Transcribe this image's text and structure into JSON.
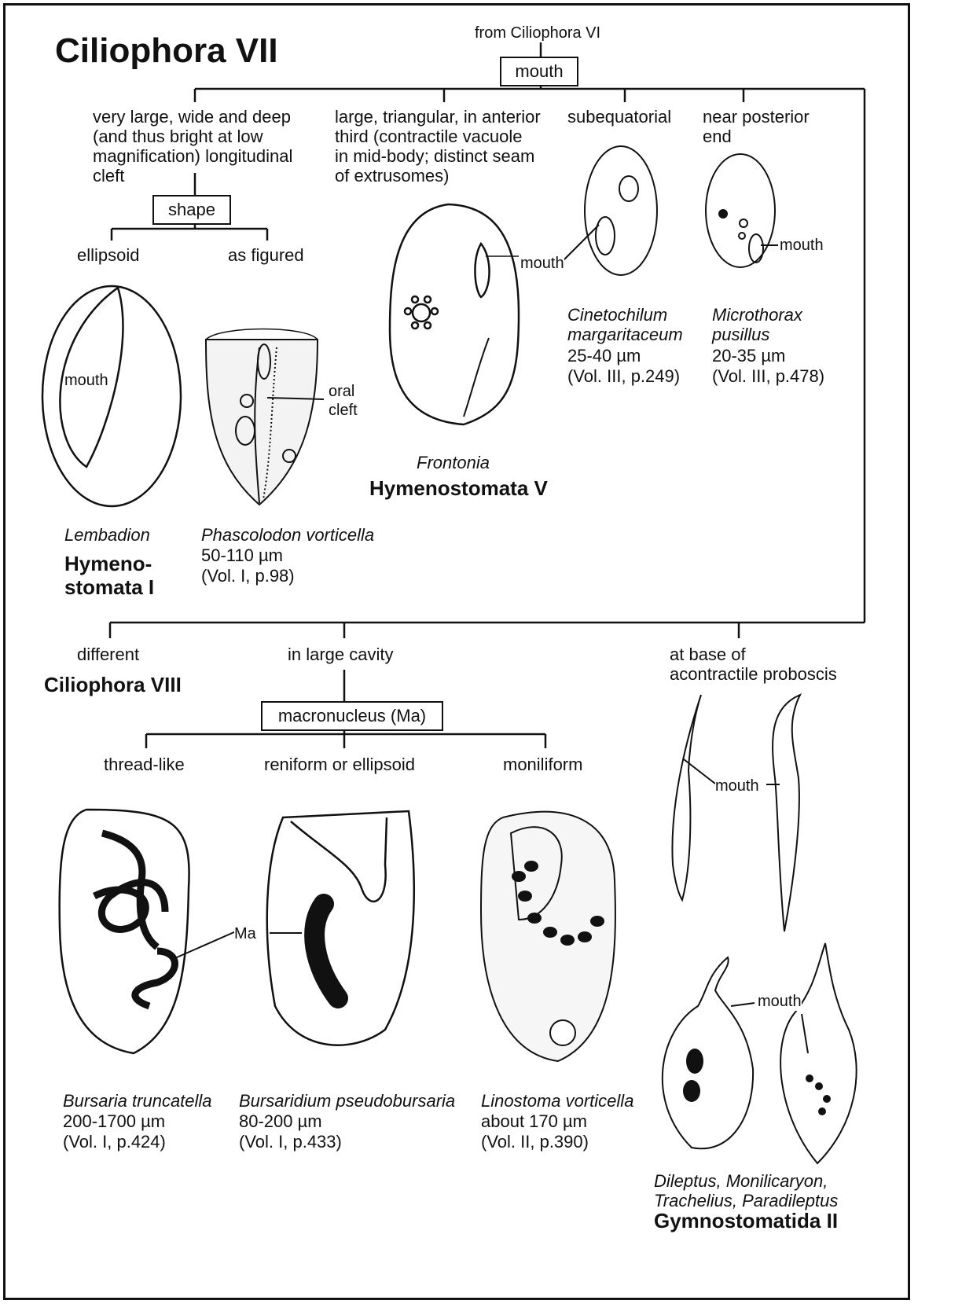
{
  "title": "Ciliophora VII",
  "from_label": "from Ciliophora VI",
  "top_key": {
    "box": "mouth",
    "branches": [
      {
        "text": "very large, wide and deep\n(and thus bright at low\nmagnification) longitudinal\ncleft"
      },
      {
        "text": "large, triangular, in anterior\nthird (contractile vacuole\nin mid-body; distinct seam\nof extrusomes)"
      },
      {
        "text": "subequatorial"
      },
      {
        "text": "near posterior\nend"
      }
    ]
  },
  "shape_key": {
    "box": "shape",
    "left": "ellipsoid",
    "right": "as figured"
  },
  "labels": {
    "mouth": "mouth",
    "oral_cleft": "oral\ncleft",
    "ma": "Ma"
  },
  "organisms": {
    "lembadion": {
      "name": "Lembadion",
      "group": "Hymeno-\nstomata I"
    },
    "phascolodon": {
      "name": "Phascolodon vorticella",
      "size": "50-110 µm",
      "ref": "(Vol. I, p.98)"
    },
    "frontonia": {
      "name": "Frontonia",
      "group": "Hymenostomata V"
    },
    "cinetochilum": {
      "name": "Cinetochilum\nmargaritaceum",
      "size": "25-40 µm",
      "ref": "(Vol. III, p.249)"
    },
    "microthorax": {
      "name": "Microthorax\npusillus",
      "size": "20-35 µm",
      "ref": "(Vol. III, p.478)"
    },
    "bursaria": {
      "name": "Bursaria truncatella",
      "size": "200-1700 µm",
      "ref": "(Vol. I, p.424)"
    },
    "bursaridium": {
      "name": "Bursaridium pseudobursaria",
      "size": "80-200 µm",
      "ref": "(Vol. I, p.433)"
    },
    "linostoma": {
      "name": "Linostoma vorticella",
      "size": "about 170 µm",
      "ref": "(Vol. II, p.390)"
    },
    "dileptus": {
      "name": "Dileptus, Monilicaryon,\nTrachelius, Paradileptus",
      "group": "Gymnostomatida II"
    }
  },
  "bottom_key": {
    "branches": [
      "different",
      "in large cavity",
      "at base of\nacontractile proboscis"
    ],
    "different_target": "Ciliophora VIII",
    "ma_box": "macronucleus (Ma)",
    "ma_branches": [
      "thread-like",
      "reniform or ellipsoid",
      "moniliform"
    ]
  }
}
